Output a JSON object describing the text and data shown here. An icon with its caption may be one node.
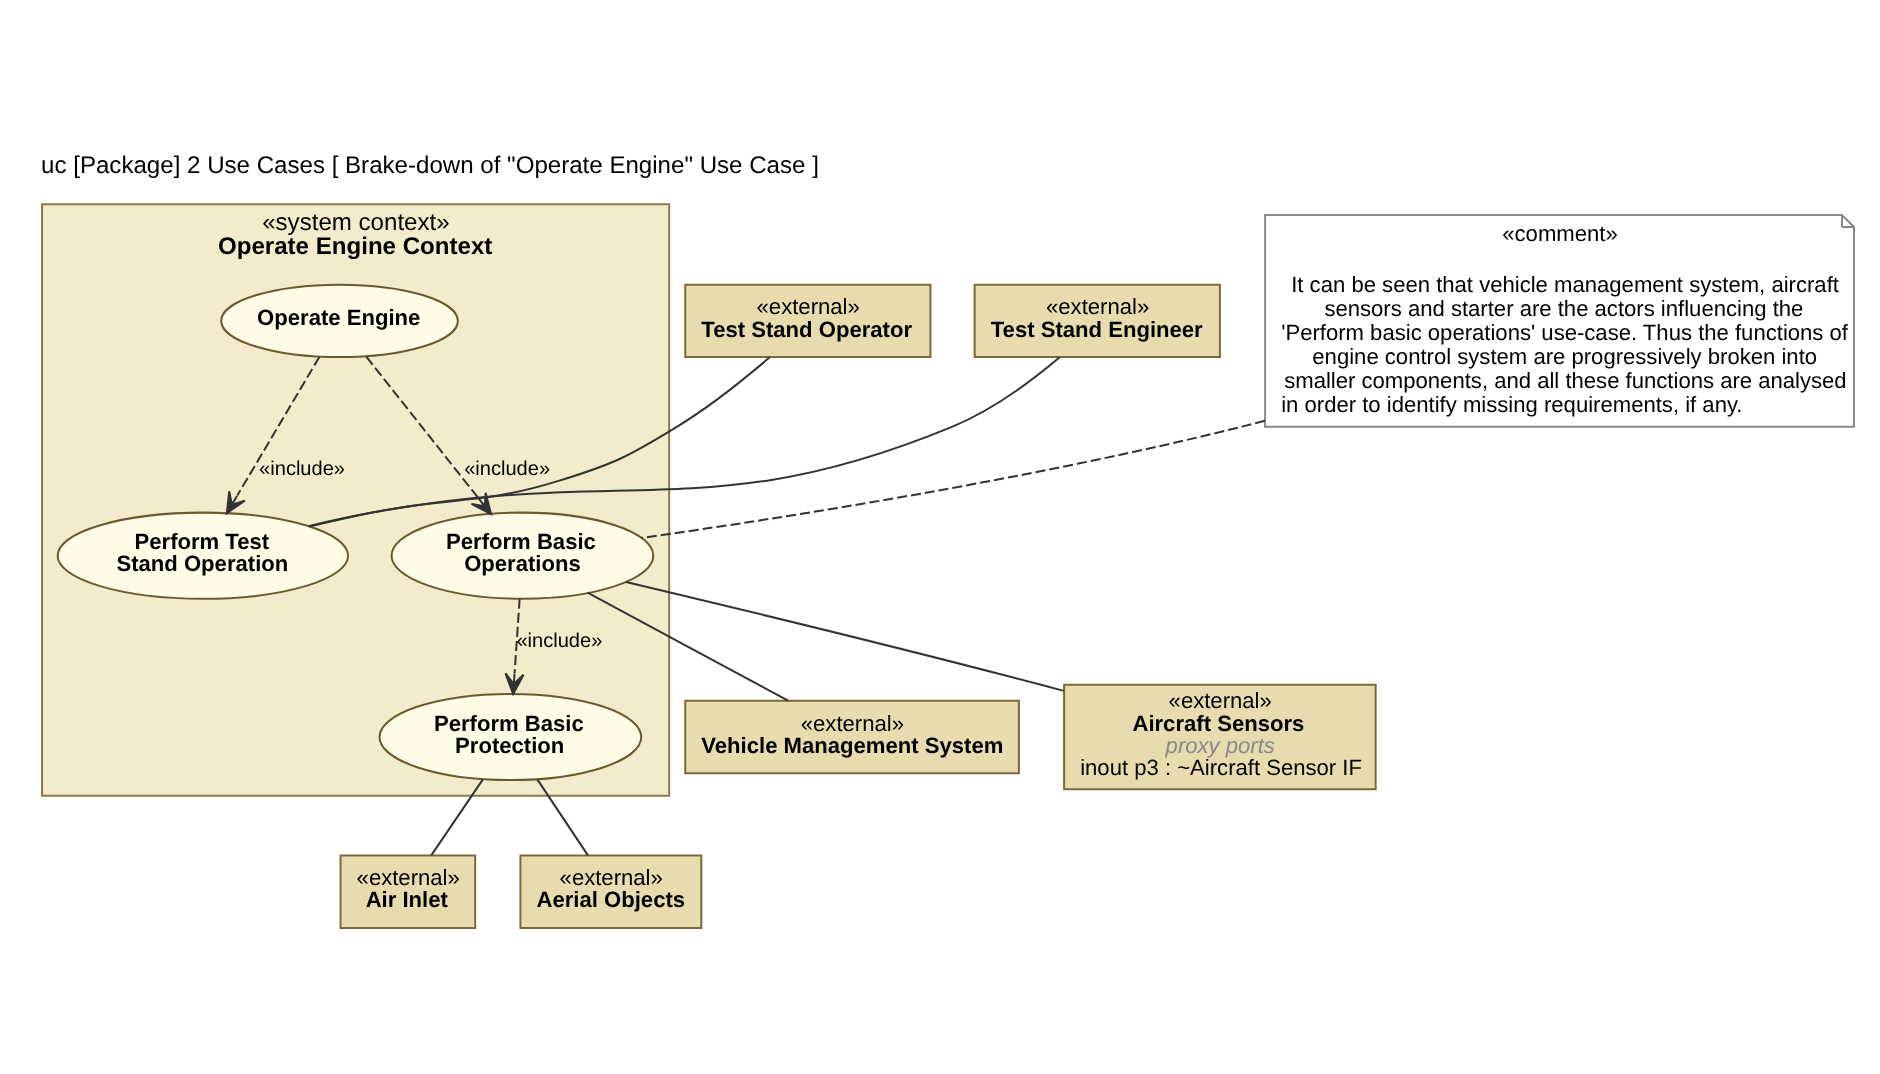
{
  "diagram": {
    "title": "uc [Package] 2 Use Cases [ Brake-down of \"Operate Engine\" Use Case ]",
    "nodes": [
      {
        "text": [
          "«system context»",
          "Operate Engine Context"
        ]
      },
      {
        "text": [
          "Operate Engine"
        ],
        "in": 0
      },
      {
        "text": [
          "Perform Basic Operations"
        ],
        "in": 0
      },
      {
        "text": [
          "Perform Test Stand Operation"
        ],
        "in": 0
      },
      {
        "text": [
          "Perform Basic Protection"
        ],
        "in": 0
      },
      {
        "text": [
          "«external»",
          "Vehicle Management System"
        ]
      },
      {
        "text": [
          "«external»",
          "Test Stand Operator"
        ]
      },
      {
        "text": [
          "«external»",
          "Aircraft Sensors",
          "proxy ports",
          "inout p3 : ~Aircraft Sensor IF"
        ]
      },
      {
        "text": [
          "«external»",
          "Test Stand Engineer"
        ]
      },
      {
        "text": [
          "«external»",
          "Air Inlet"
        ]
      },
      {
        "text": [
          "«external»",
          "Aerial Objects"
        ]
      },
      {
        "text": [
          "«comment»",
          "It can be seen that vehicle management system, aircraft sensors and starter are the actors influencing the 'Perform basic operations' use-case. Thus the functions of engine control system are progressively broken into smaller components, and all these functions are analysed in order to identify missing requirements, if any."
        ]
      }
    ],
    "edges": [
      {
        "from": 1,
        "to": 2,
        "arrow": "to",
        "style": "dashed",
        "label": "«include»"
      },
      {
        "from": 1,
        "to": 3,
        "arrow": "to",
        "style": "dashed",
        "label": "«include»"
      },
      {
        "from": 2,
        "to": 4,
        "arrow": "to",
        "style": "dashed",
        "label": "«include»"
      },
      {
        "from": 2,
        "to": 5,
        "arrow": "none"
      },
      {
        "from": 6,
        "to": 3,
        "arrow": "none"
      },
      {
        "from": 2,
        "to": 7,
        "arrow": "none"
      },
      {
        "from": 8,
        "to": 3,
        "arrow": "none"
      },
      {
        "from": 4,
        "to": 9,
        "arrow": "none"
      },
      {
        "from": 4,
        "to": 10,
        "arrow": "none"
      },
      {
        "from": 11,
        "to": 2,
        "arrow": "none",
        "style": "dashed"
      }
    ]
  }
}
